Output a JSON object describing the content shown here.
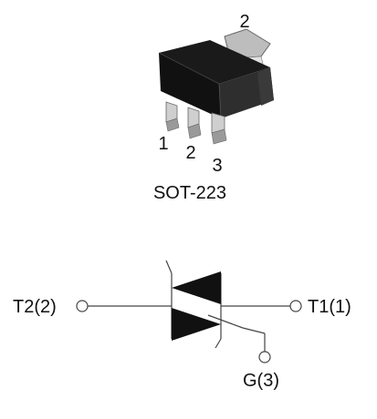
{
  "package": {
    "name": "SOT-223",
    "pin_labels": {
      "tab": "2",
      "pin1": "1",
      "pin2": "2",
      "pin3": "3"
    }
  },
  "symbol": {
    "terminal_left": "T2(2)",
    "terminal_right": "T1(1)",
    "terminal_gate": "G(3)"
  },
  "colors": {
    "body_top": "#111111",
    "body_side": "#333333",
    "lead_light": "#d6d6d6",
    "lead_dark": "#8a8a8a",
    "symbol_fill": "#111111"
  }
}
